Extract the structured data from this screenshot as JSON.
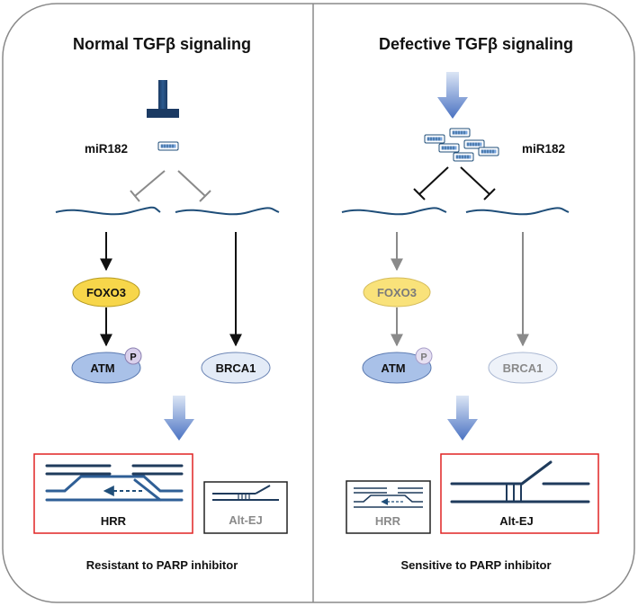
{
  "left_panel": {
    "title": "Normal TGFβ signaling",
    "mirna_label": "miR182",
    "foxo3_label": "FOXO3",
    "atm_label": "ATM",
    "phospho_label": "P",
    "brca1_label": "BRCA1",
    "hrr_label": "HRR",
    "altej_label": "Alt-EJ",
    "footer": "Resistant to PARP inhibitor"
  },
  "right_panel": {
    "title": "Defective TGFβ signaling",
    "mirna_label": "miR182",
    "foxo3_label": "FOXO3",
    "atm_label": "ATM",
    "phospho_label": "P",
    "brca1_label": "BRCA1",
    "hrr_label": "HRR",
    "altej_label": "Alt-EJ",
    "footer": "Sensitive to PARP inhibitor"
  },
  "colors": {
    "frame": "#8a8a8a",
    "mrna": "#1f4e79",
    "active_arrow": "#111111",
    "muted_arrow": "#8a8a8a",
    "foxo3_fill": "#f7d64a",
    "atm_fill": "#a9c1e8",
    "brca1_fill": "#e3ebf7",
    "phospho_fill": "#d9d0ec",
    "highlight_box": "#e02424",
    "neutral_box": "#222222",
    "muted_text": "#8a8a8a"
  }
}
